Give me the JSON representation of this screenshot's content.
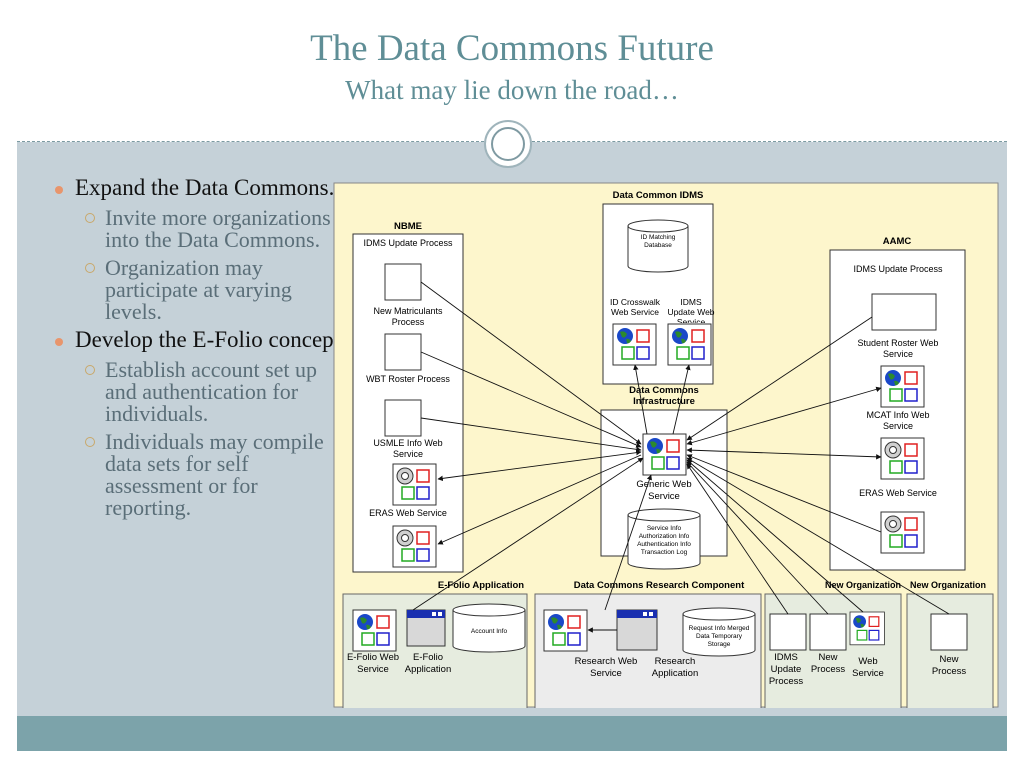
{
  "title": "The Data Commons Future",
  "subtitle": "What may lie down the road…",
  "bullets": [
    {
      "text": "Expand the Data Commons.",
      "subs": [
        "Invite more organizations into the Data Commons.",
        "Organization may participate at varying levels."
      ]
    },
    {
      "text": "Develop the E-Folio concept.",
      "subs": [
        "Establish account set up and authentication for individuals.",
        "Individuals  may compile  data sets for self assessment or for reporting."
      ]
    }
  ],
  "diagram": {
    "idms_title": "Data Common IDMS",
    "id_matching_db": "ID Matching Database",
    "id_crosswalk_ws": "ID Crosswalk Web Service",
    "idms_update_ws": "IDMS Update Web Service",
    "nbme_title": "NBME",
    "nbme_idms_update": "IDMS Update Process",
    "nbme_new_matriculants": "New Matriculants Process",
    "nbme_wbt_roster": "WBT Roster Process",
    "nbme_usmle": "USMLE Info Web Service",
    "nbme_eras": "ERAS Web Service",
    "aamc_title": "AAMC",
    "aamc_idms_update": "IDMS Update Process",
    "aamc_student_roster": "Student Roster Web Service",
    "aamc_mcat": "MCAT Info Web Service",
    "aamc_eras": "ERAS Web Service",
    "infra_title": "Data Commons Infrastructure",
    "generic_ws": "Generic Web Service",
    "infra_db": "Service Info Authorization Info Authentication Info Transaction Log",
    "efolio_title": "E-Folio Application",
    "efolio_ws": "E-Folio Web Service",
    "efolio_app": "E-Folio Application",
    "account_info": "Account Info",
    "research_title": "Data Commons Research Component",
    "research_ws": "Research Web Service",
    "research_app": "Research Application",
    "research_db": "Request Info Merged Data Temporary Storage",
    "neworg1_title": "New Organization",
    "neworg1_idms_update": "IDMS Update Process",
    "neworg1_new_process": "New Process",
    "neworg1_web_service": "Web Service",
    "neworg2_title": "New Organization",
    "neworg2_new_process": "New Process"
  }
}
